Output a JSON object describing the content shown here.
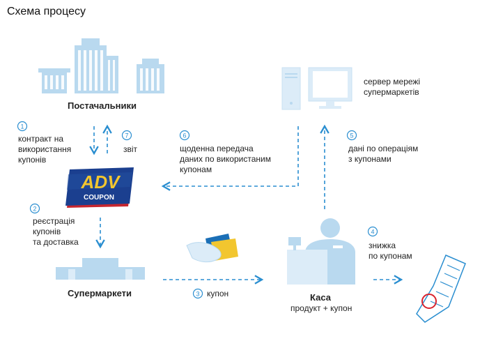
{
  "title": "Схема процесу",
  "colors": {
    "accent": "#2a8ed0",
    "light": "#b9d9ef",
    "mid": "#6fb5e3",
    "pale": "#dcecf8",
    "logo_bg": "#1b3f8f",
    "logo_yellow": "#f2c62f",
    "logo_red": "#d9232e"
  },
  "nodes": {
    "suppliers": "Постачальники",
    "server": "сервер мережі\nсупермаркетів",
    "supermarkets": "Супермаркети",
    "checkout": "Каса",
    "checkout_sub": "продукт + купон",
    "logo_main": "ADV",
    "logo_sub": "COUPON"
  },
  "steps": [
    {
      "num": "1",
      "text": "контракт на\nвикористання\nкупонів"
    },
    {
      "num": "2",
      "text": "реєстрація\nкупонів\nта доставка"
    },
    {
      "num": "3",
      "text": "купон"
    },
    {
      "num": "4",
      "text": "знижка\nпо купонам"
    },
    {
      "num": "5",
      "text": "дані по операціям\nз купонами"
    },
    {
      "num": "6",
      "text": "щоденна передача\nданих по використаним\nкупонам"
    },
    {
      "num": "7",
      "text": "звіт"
    }
  ]
}
